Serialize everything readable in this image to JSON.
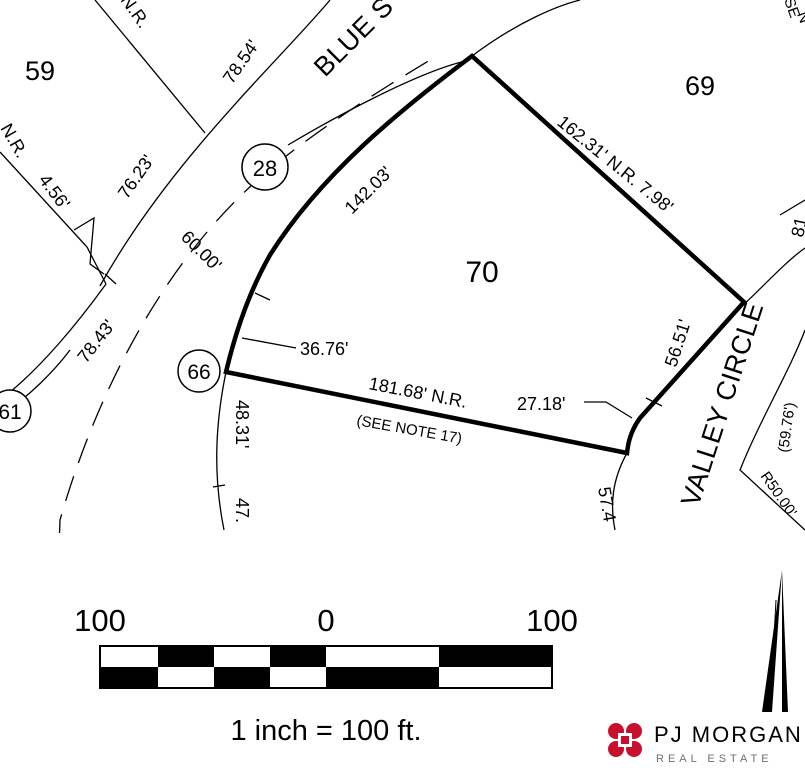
{
  "lots": {
    "lot59": "59",
    "lot69": "69",
    "lot70": "70"
  },
  "circled_numbers": {
    "c28": "28",
    "c66": "66",
    "c61": "61"
  },
  "streets": {
    "blue_fragment": "BLUE S",
    "valley_circle": "VALLEY CIRCLE"
  },
  "dimensions": {
    "d_7854": "78.54'",
    "d_7623": "76.23'",
    "d_456": "4.56'",
    "d_7843": "78.43'",
    "d_6000": "60.00'",
    "d_14203": "142.03'",
    "d_3676": "36.76'",
    "d_16231": "162.31' N.R. 7.98'",
    "d_18168": "181.68' N.R.",
    "d_2718": "27.18'",
    "d_5651": "56.51'",
    "d_4831": "48.31'",
    "d_47": "47.",
    "d_574": "57.4",
    "d_5976": "(59.76')",
    "d_r50": "R50.00'",
    "d_81": "81",
    "nr_top": "N.R.",
    "nr_left": "N.R.",
    "corner_se": "SE",
    "corner_n": "N"
  },
  "notes": {
    "see_note": "(SEE NOTE 17)"
  },
  "scale": {
    "left_label": "100",
    "mid_label": "0",
    "right_label": "100",
    "caption": "1 inch  = 100 ft."
  },
  "branding": {
    "name": "PJ MORGAN",
    "tagline": "REAL ESTATE",
    "logo_color": "#c8102e"
  }
}
